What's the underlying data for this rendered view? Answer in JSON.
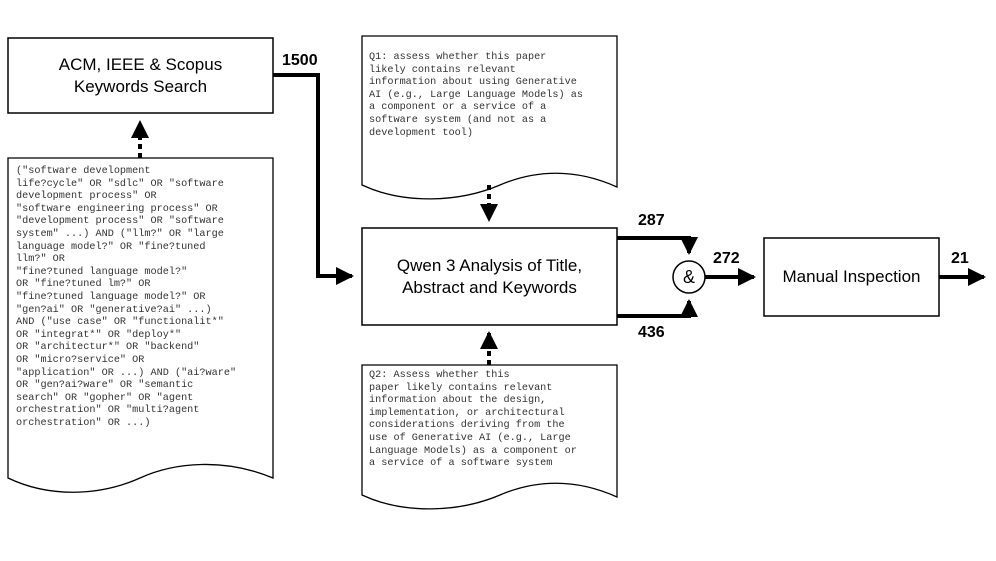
{
  "nodes": {
    "search": {
      "label": "ACM, IEEE & Scopus\nKeywords Search"
    },
    "query": {
      "text": "(\"software development\nlife?cycle\" OR \"sdlc\" OR \"software\ndevelopment process\" OR\n\"software engineering process\" OR\n\"development process\" OR \"software\nsystem\" ...) AND (\"llm?\" OR \"large\nlanguage model?\" OR \"fine?tuned\nllm?\" OR\n\"fine?tuned language model?\"\nOR \"fine?tuned lm?\" OR\n\"fine?tuned language model?\" OR\n\"gen?ai\" OR \"generative?ai\" ...)\nAND (\"use case\" OR \"functionalit*\"\nOR \"integrat*\" OR \"deploy*\"\nOR \"architectur*\" OR \"backend\"\nOR \"micro?service\" OR\n\"application\" OR ...) AND (\"ai?ware\"\nOR \"gen?ai?ware\" OR \"semantic\nsearch\" OR \"gopher\" OR \"agent\norchestration\" OR \"multi?agent\norchestration\" OR ...)"
    },
    "q1": {
      "text": "Q1: assess whether this paper\nlikely contains relevant\ninformation about using Generative\nAI (e.g., Large Language Models) as\na component or a service of a\nsoftware system (and not as a\ndevelopment tool)"
    },
    "q2": {
      "text": "Q2: Assess whether this\npaper likely contains relevant\ninformation about the design,\nimplementation, or architectural\nconsiderations deriving from the\nuse of Generative AI (e.g., Large\nLanguage Models) as a component or\na service of a software system"
    },
    "qwen": {
      "label": "Qwen 3 Analysis of Title,\nAbstract and Keywords"
    },
    "and": {
      "label": "&"
    },
    "manual": {
      "label": "Manual Inspection"
    }
  },
  "counts": {
    "after_search": "1500",
    "q1_pass": "287",
    "q2_pass": "436",
    "after_and": "272",
    "final": "21"
  }
}
